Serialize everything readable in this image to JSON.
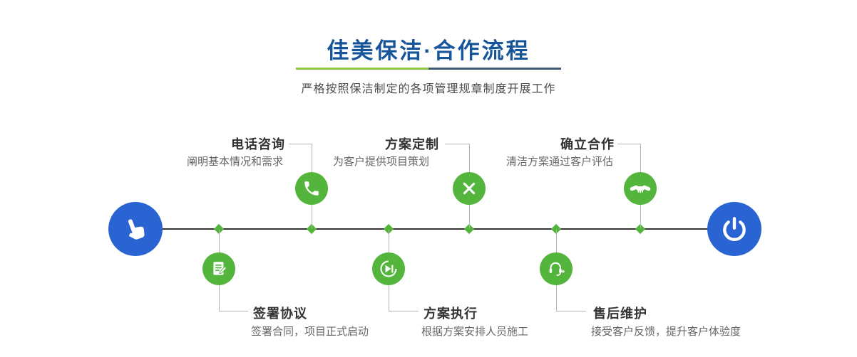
{
  "colors": {
    "green": "#54b53c",
    "blue": "#2a64d2",
    "title-blue": "#17559b",
    "divider-green": "#8cc63f",
    "divider-dark": "#3c5a74",
    "line-dark": "#333333",
    "connector-gray": "#b5b5b5",
    "text-dark": "#333333",
    "text-gray": "#666666"
  },
  "header": {
    "title": "佳美保洁·合作流程",
    "subtitle": "严格按照保洁制定的各项管理规章制度开展工作"
  },
  "timeline": {
    "start_icon": "hand-pointer-icon",
    "end_icon": "power-icon"
  },
  "steps_top": [
    {
      "title": "电话咨询",
      "desc": "阐明基本情况和需求",
      "icon": "phone-icon"
    },
    {
      "title": "方案定制",
      "desc": "为客户提供项目策划",
      "icon": "design-tools-icon"
    },
    {
      "title": "确立合作",
      "desc": "清洁方案通过客户评估",
      "icon": "handshake-icon"
    }
  ],
  "steps_bottom": [
    {
      "title": "签署协议",
      "desc": "签署合同，项目正式启动",
      "icon": "contract-icon"
    },
    {
      "title": "方案执行",
      "desc": "根据方案安排人员施工",
      "icon": "play-icon"
    },
    {
      "title": "售后维护",
      "desc": "接受客户反馈，提升客户体验度",
      "icon": "headset-icon"
    }
  ]
}
